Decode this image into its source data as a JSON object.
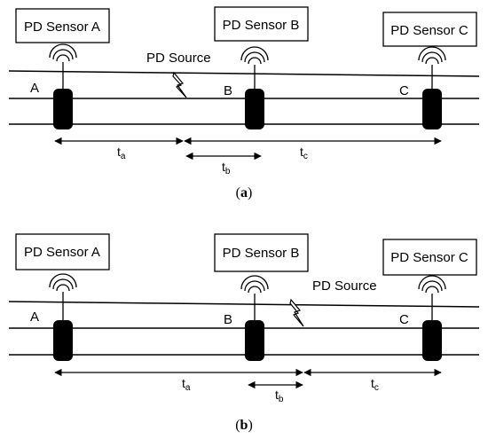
{
  "diagrams": [
    {
      "sensors": [
        {
          "label": "PD Sensor A",
          "line_label": "A"
        },
        {
          "label": "PD Sensor B",
          "line_label": "B"
        },
        {
          "label": "PD Sensor C",
          "line_label": "C"
        }
      ],
      "source_label": "PD Source",
      "times": [
        {
          "base": "t",
          "sub": "a"
        },
        {
          "base": "t",
          "sub": "b"
        },
        {
          "base": "t",
          "sub": "c"
        }
      ],
      "caption_open": "(",
      "caption_letter": "a",
      "caption_close": ")"
    },
    {
      "sensors": [
        {
          "label": "PD Sensor A",
          "line_label": "A"
        },
        {
          "label": "PD Sensor B",
          "line_label": "B"
        },
        {
          "label": "PD Sensor C",
          "line_label": "C"
        }
      ],
      "source_label": "PD Source",
      "times": [
        {
          "base": "t",
          "sub": "a"
        },
        {
          "base": "t",
          "sub": "b"
        },
        {
          "base": "t",
          "sub": "c"
        }
      ],
      "caption_open": "(",
      "caption_letter": "b",
      "caption_close": ")"
    }
  ],
  "colors": {
    "line": "#000000",
    "terminal": "#000000",
    "box_fill": "#ffffff"
  }
}
